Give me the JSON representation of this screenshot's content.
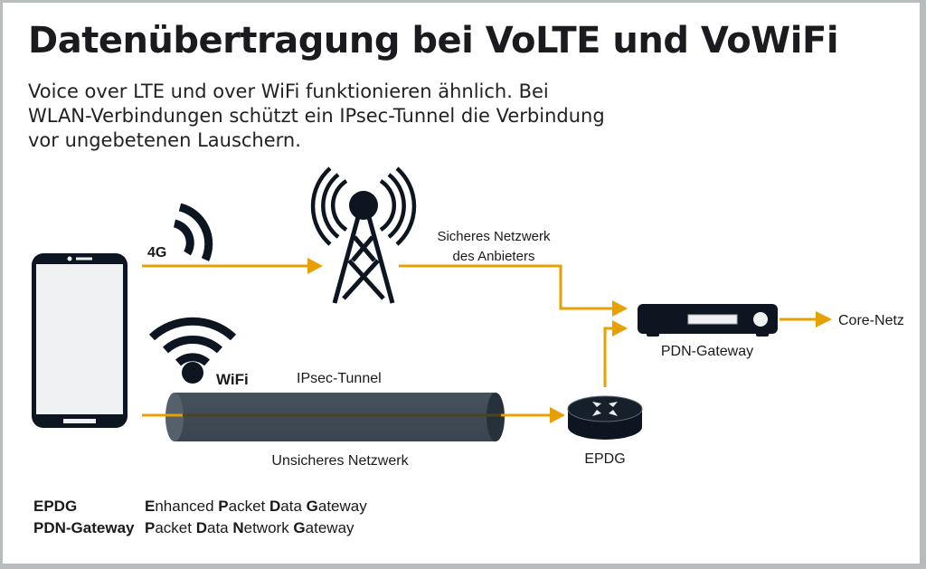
{
  "title": "Datenübertragung bei VoLTE und VoWiFi",
  "subtitle_lines": [
    "Voice over LTE und over WiFi funktionieren ähnlich. Bei",
    "WLAN-Verbindungen schützt ein IPsec-Tunnel die Verbindung",
    "vor ungebetenen Lauschern."
  ],
  "colors": {
    "accent": "#e8a000",
    "icon": "#0d1520",
    "tunnel": "#3f4a54",
    "frame": "#b9bcbd"
  },
  "diagram": {
    "label_4g": "4G",
    "label_wifi": "WiFi",
    "label_ipsec": "IPsec-Tunnel",
    "label_unsicher": "Unsicheres Netzwerk",
    "label_sicher_1": "Sicheres Netzwerk",
    "label_sicher_2": "des Anbieters",
    "label_pdn": "PDN-Gateway",
    "label_epdg": "EPDG",
    "label_core": "Core-Netz",
    "icons": [
      "smartphone-icon",
      "cellular-signal-icon",
      "wifi-icon",
      "cell-tower-icon",
      "tunnel-pipe",
      "router-icon",
      "gateway-device-icon"
    ]
  },
  "legend": [
    {
      "abbr": "EPDG",
      "parts": [
        [
          "E",
          "nhanced "
        ],
        [
          "P",
          "acket "
        ],
        [
          "D",
          "ata "
        ],
        [
          "G",
          "ateway"
        ]
      ]
    },
    {
      "abbr": "PDN-Gateway",
      "parts": [
        [
          "P",
          "acket "
        ],
        [
          "D",
          "ata "
        ],
        [
          "N",
          "etwork "
        ],
        [
          "G",
          "ateway"
        ]
      ]
    }
  ]
}
